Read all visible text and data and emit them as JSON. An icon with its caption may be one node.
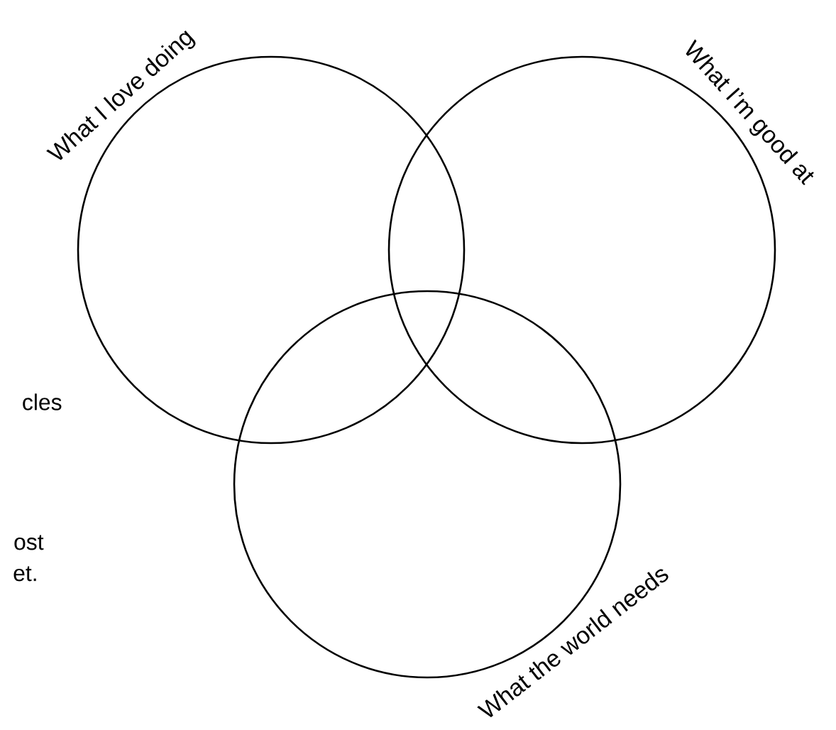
{
  "diagram": {
    "nodes": [
      {
        "text": [
          "What I love doing"
        ]
      },
      {
        "text": [
          "What I’m good at"
        ]
      },
      {
        "text": [
          "What the world needs"
        ]
      }
    ],
    "labels": [
      "cles",
      "ost",
      "et."
    ]
  }
}
